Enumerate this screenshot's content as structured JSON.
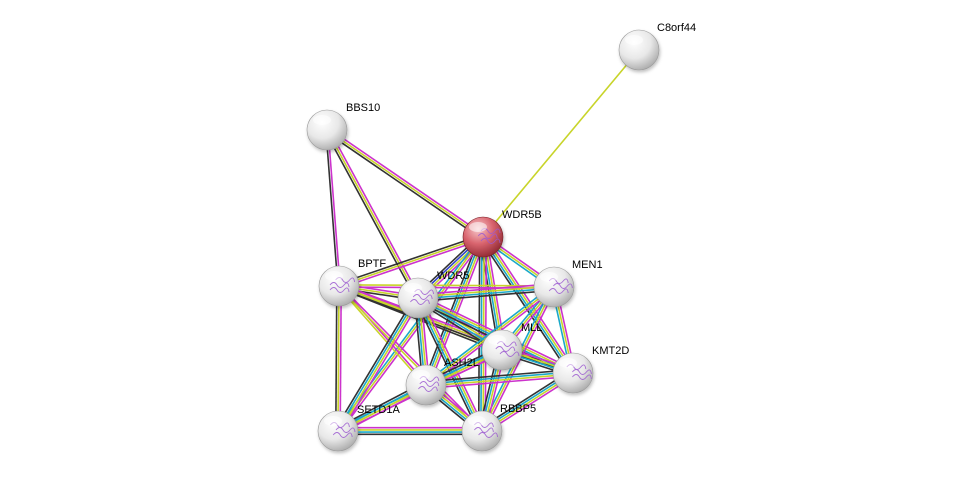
{
  "network": {
    "query_protein": "WDR5B",
    "nodes": [
      {
        "id": "C8orf44",
        "label": "C8orf44",
        "query": false,
        "has_structure": false
      },
      {
        "id": "BBS10",
        "label": "BBS10",
        "query": false,
        "has_structure": false
      },
      {
        "id": "WDR5B",
        "label": "WDR5B",
        "query": true,
        "has_structure": true
      },
      {
        "id": "BPTF",
        "label": "BPTF",
        "query": false,
        "has_structure": true
      },
      {
        "id": "WDR5",
        "label": "WDR5",
        "query": false,
        "has_structure": true
      },
      {
        "id": "MEN1",
        "label": "MEN1",
        "query": false,
        "has_structure": true
      },
      {
        "id": "MLL",
        "label": "MLL",
        "query": false,
        "has_structure": true
      },
      {
        "id": "KMT2D",
        "label": "KMT2D",
        "query": false,
        "has_structure": true
      },
      {
        "id": "ASH2L",
        "label": "ASH2L",
        "query": false,
        "has_structure": true
      },
      {
        "id": "SETD1A",
        "label": "SETD1A",
        "query": false,
        "has_structure": true
      },
      {
        "id": "RBBP5",
        "label": "RBBP5",
        "query": false,
        "has_structure": true
      }
    ],
    "edges": [
      {
        "a": "C8orf44",
        "b": "WDR5B",
        "evidence": [
          "textmining"
        ]
      },
      {
        "a": "BBS10",
        "b": "WDR5B",
        "evidence": [
          "experiments",
          "textmining",
          "coexpression"
        ]
      },
      {
        "a": "BBS10",
        "b": "BPTF",
        "evidence": [
          "experiments",
          "coexpression"
        ]
      },
      {
        "a": "BBS10",
        "b": "WDR5",
        "evidence": [
          "experiments",
          "textmining",
          "coexpression"
        ]
      },
      {
        "a": "WDR5B",
        "b": "BPTF",
        "evidence": [
          "experiments",
          "textmining",
          "coexpression"
        ]
      },
      {
        "a": "WDR5B",
        "b": "WDR5",
        "evidence": [
          "experiments",
          "textmining",
          "homology",
          "coexpression"
        ]
      },
      {
        "a": "WDR5B",
        "b": "MEN1",
        "evidence": [
          "experiments",
          "textmining",
          "database"
        ]
      },
      {
        "a": "WDR5B",
        "b": "MLL",
        "evidence": [
          "experiments",
          "textmining",
          "database",
          "coexpression"
        ]
      },
      {
        "a": "WDR5B",
        "b": "KMT2D",
        "evidence": [
          "experiments",
          "textmining",
          "database",
          "coexpression"
        ]
      },
      {
        "a": "WDR5B",
        "b": "ASH2L",
        "evidence": [
          "experiments",
          "textmining",
          "database",
          "coexpression"
        ]
      },
      {
        "a": "WDR5B",
        "b": "SETD1A",
        "evidence": [
          "experiments",
          "textmining",
          "database"
        ]
      },
      {
        "a": "WDR5B",
        "b": "RBBP5",
        "evidence": [
          "experiments",
          "textmining",
          "database",
          "coexpression"
        ]
      },
      {
        "a": "BPTF",
        "b": "WDR5",
        "evidence": [
          "experiments",
          "textmining",
          "coexpression"
        ]
      },
      {
        "a": "BPTF",
        "b": "MEN1",
        "evidence": [
          "textmining",
          "experiments"
        ]
      },
      {
        "a": "BPTF",
        "b": "MLL",
        "evidence": [
          "experiments",
          "textmining",
          "coexpression"
        ]
      },
      {
        "a": "BPTF",
        "b": "KMT2D",
        "evidence": [
          "experiments",
          "textmining",
          "coexpression"
        ]
      },
      {
        "a": "BPTF",
        "b": "ASH2L",
        "evidence": [
          "experiments",
          "textmining"
        ]
      },
      {
        "a": "BPTF",
        "b": "SETD1A",
        "evidence": [
          "experiments",
          "textmining",
          "coexpression"
        ]
      },
      {
        "a": "BPTF",
        "b": "RBBP5",
        "evidence": [
          "experiments",
          "textmining"
        ]
      },
      {
        "a": "WDR5",
        "b": "MEN1",
        "evidence": [
          "experiments",
          "textmining",
          "database",
          "coexpression"
        ]
      },
      {
        "a": "WDR5",
        "b": "MLL",
        "evidence": [
          "experiments",
          "textmining",
          "database",
          "coexpression"
        ]
      },
      {
        "a": "WDR5",
        "b": "KMT2D",
        "evidence": [
          "experiments",
          "textmining",
          "database",
          "coexpression"
        ]
      },
      {
        "a": "WDR5",
        "b": "ASH2L",
        "evidence": [
          "experiments",
          "textmining",
          "database",
          "coexpression"
        ]
      },
      {
        "a": "WDR5",
        "b": "SETD1A",
        "evidence": [
          "experiments",
          "textmining",
          "database",
          "coexpression"
        ]
      },
      {
        "a": "WDR5",
        "b": "RBBP5",
        "evidence": [
          "experiments",
          "textmining",
          "database",
          "coexpression"
        ]
      },
      {
        "a": "MEN1",
        "b": "MLL",
        "evidence": [
          "experiments",
          "textmining",
          "database"
        ]
      },
      {
        "a": "MEN1",
        "b": "KMT2D",
        "evidence": [
          "experiments",
          "textmining",
          "database"
        ]
      },
      {
        "a": "MEN1",
        "b": "ASH2L",
        "evidence": [
          "experiments",
          "textmining",
          "database"
        ]
      },
      {
        "a": "MEN1",
        "b": "RBBP5",
        "evidence": [
          "experiments",
          "textmining",
          "database"
        ]
      },
      {
        "a": "MLL",
        "b": "KMT2D",
        "evidence": [
          "experiments",
          "textmining",
          "database",
          "coexpression"
        ]
      },
      {
        "a": "MLL",
        "b": "ASH2L",
        "evidence": [
          "experiments",
          "textmining",
          "database",
          "coexpression"
        ]
      },
      {
        "a": "MLL",
        "b": "SETD1A",
        "evidence": [
          "experiments",
          "textmining",
          "database"
        ]
      },
      {
        "a": "MLL",
        "b": "RBBP5",
        "evidence": [
          "experiments",
          "textmining",
          "database",
          "coexpression"
        ]
      },
      {
        "a": "KMT2D",
        "b": "ASH2L",
        "evidence": [
          "experiments",
          "textmining",
          "database",
          "coexpression"
        ]
      },
      {
        "a": "KMT2D",
        "b": "RBBP5",
        "evidence": [
          "experiments",
          "textmining",
          "database",
          "coexpression"
        ]
      },
      {
        "a": "ASH2L",
        "b": "SETD1A",
        "evidence": [
          "experiments",
          "textmining",
          "database",
          "coexpression"
        ]
      },
      {
        "a": "ASH2L",
        "b": "RBBP5",
        "evidence": [
          "experiments",
          "textmining",
          "database",
          "coexpression"
        ]
      },
      {
        "a": "SETD1A",
        "b": "RBBP5",
        "evidence": [
          "experiments",
          "textmining",
          "database",
          "coexpression"
        ]
      }
    ],
    "colors": {
      "experiments": "#cc33cc",
      "textmining": "#c8d42a",
      "database": "#1aa9c9",
      "coexpression": "#333333",
      "homology": "#3344cc",
      "node_default": "#e6e6e6",
      "node_query": "#d9646e"
    }
  }
}
